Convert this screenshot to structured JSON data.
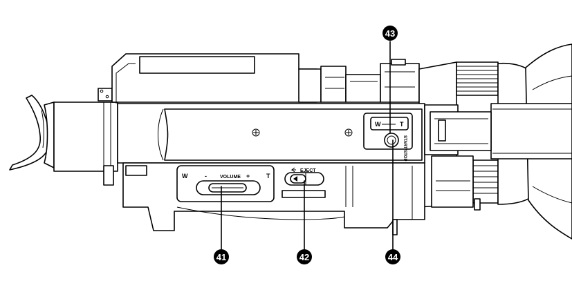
{
  "callouts": [
    {
      "id": "41",
      "label": "41"
    },
    {
      "id": "42",
      "label": "42"
    },
    {
      "id": "43",
      "label": "43"
    },
    {
      "id": "44",
      "label": "44"
    }
  ],
  "panel_labels": {
    "wide": "W",
    "tele": "T",
    "minus": "-",
    "plus": "+",
    "volume": "VOLUME",
    "eject": "EJECT",
    "zoom_wide": "W",
    "zoom_tele": "T",
    "start_stop": "START/STOP"
  }
}
